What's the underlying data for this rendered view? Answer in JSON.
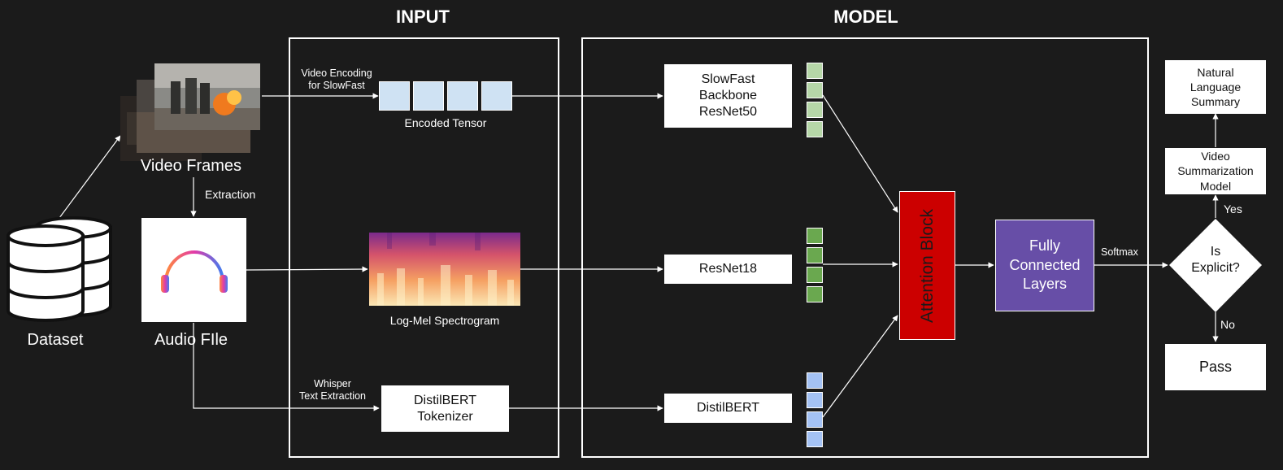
{
  "sections": {
    "input_title": "INPUT",
    "model_title": "MODEL"
  },
  "sources": {
    "dataset": "Dataset",
    "video_frames": "Video Frames",
    "audio_file": "Audio FIle",
    "extraction": "Extraction"
  },
  "input": {
    "video_encoding": [
      "Video Encoding",
      "for SlowFast"
    ],
    "encoded_tensor": "Encoded Tensor",
    "spectrogram": "Log-Mel Spectrogram",
    "whisper": [
      "Whisper",
      "Text Extraction"
    ],
    "tokenizer": [
      "DistilBERT",
      "Tokenizer"
    ]
  },
  "model": {
    "slowfast": [
      "SlowFast",
      "Backbone",
      "ResNet50"
    ],
    "resnet18": "ResNet18",
    "distilbert": "DistilBERT",
    "attention": "Attention Block",
    "fc": [
      "Fully",
      "Connected",
      "Layers"
    ],
    "softmax": "Softmax"
  },
  "output": {
    "decision": [
      "Is",
      "Explicit?"
    ],
    "yes": "Yes",
    "no": "No",
    "pass": "Pass",
    "video_summarization": [
      "Video",
      "Summarization",
      "Model"
    ],
    "natural_language": [
      "Natural",
      "Language",
      "Summary"
    ]
  },
  "colors": {
    "background": "#1b1b1b",
    "tensor_cell": "#cfe2f3",
    "slowfast_feature": "#b6d7a8",
    "resnet_feature": "#6aa84f",
    "bert_feature": "#a4c2f4",
    "attention": "#cc0000",
    "fc": "#674ea7"
  }
}
